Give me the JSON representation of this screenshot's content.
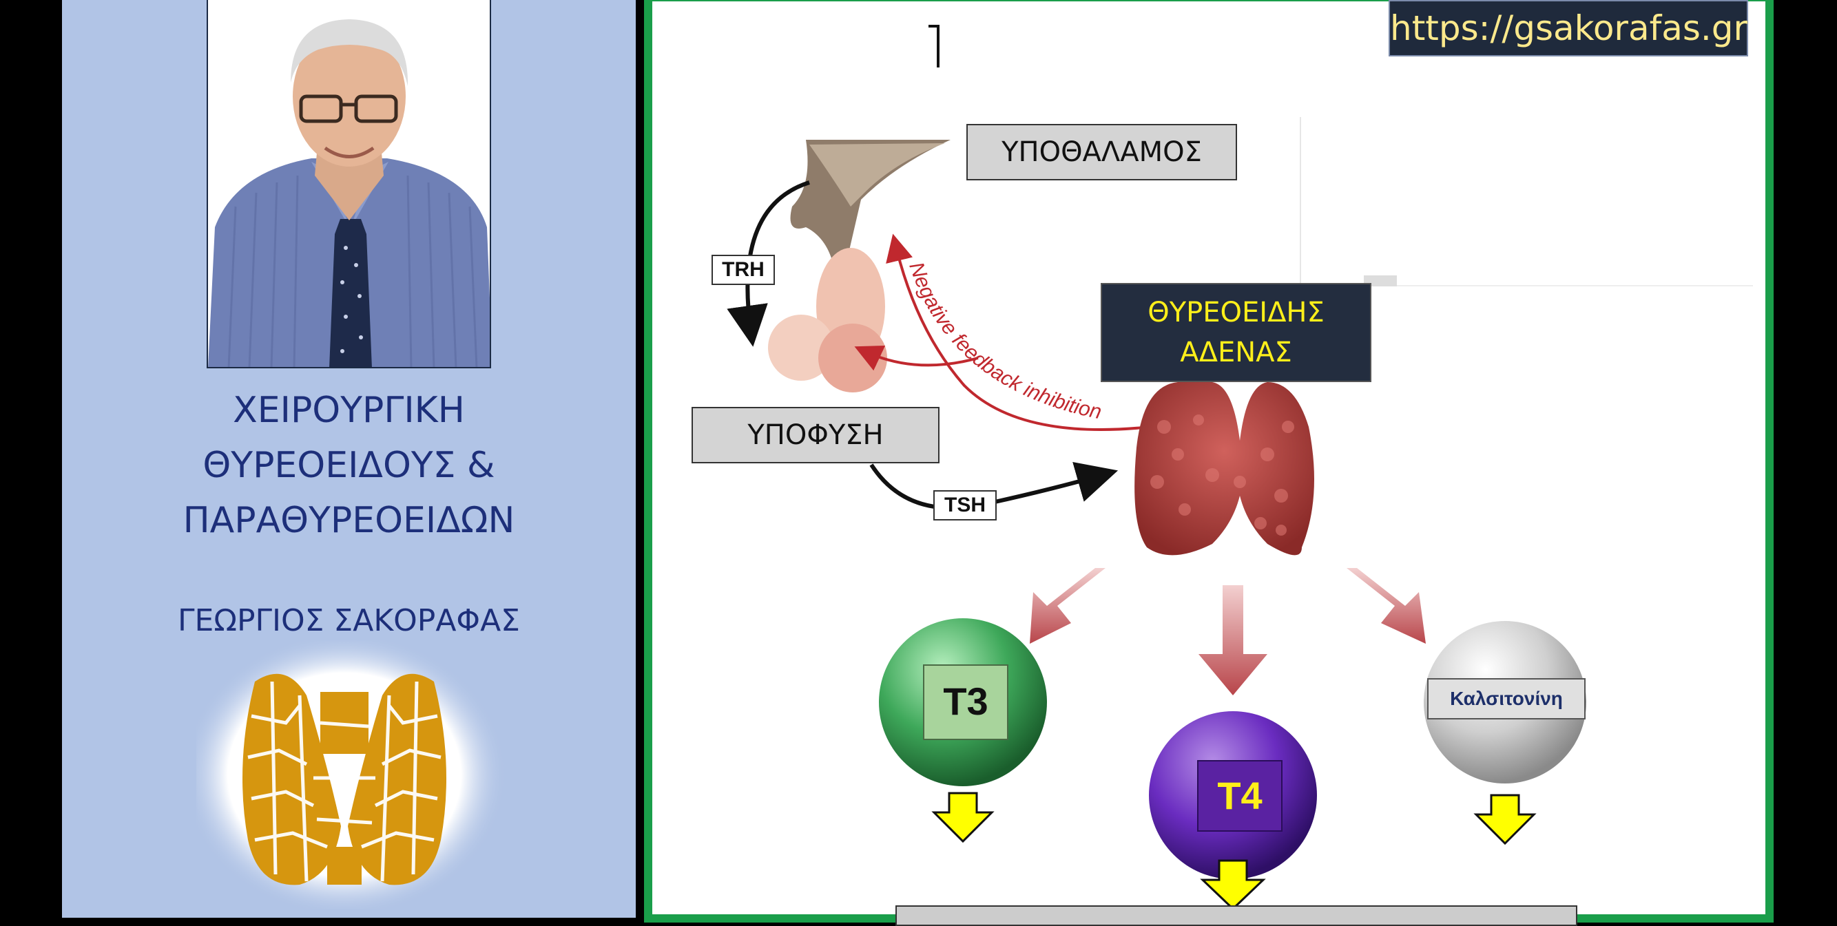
{
  "sidebar": {
    "specialty_line1": "ΧΕΙΡΟΥΡΓΙΚΗ",
    "specialty_line2": "ΘΥΡΕΟΕΙΔΟΥΣ &",
    "specialty_line3": "ΠΑΡΑΘΥΡΕΟΕΙΔΩΝ",
    "name": "ΓΕΩΡΓΙΟΣ ΣΑΚΟΡΑΦΑΣ"
  },
  "header": {
    "url": "https://gsakorafas.gr"
  },
  "diagram": {
    "hypothalamus": "ΥΠΟΘΑΛΑΜΟΣ",
    "pituitary": "ΥΠΟΦΥΣΗ",
    "thyroid_line1": "ΘΥΡΕΟΕΙΔΗΣ",
    "thyroid_line2": "ΑΔΕΝΑΣ",
    "trh": "TRH",
    "tsh": "TSH",
    "feedback": "Negative feedback inhibition",
    "hormones": {
      "t3": "T3",
      "t4": "T4",
      "calcitonin": "Καλσιτονίνη"
    }
  },
  "colors": {
    "sidebar_bg": "#b1c4e6",
    "frame_border": "#1a9e4a",
    "accent_yellow": "#ffef1a",
    "dark_box": "#232d3f",
    "feedback_red": "#c0282e"
  }
}
